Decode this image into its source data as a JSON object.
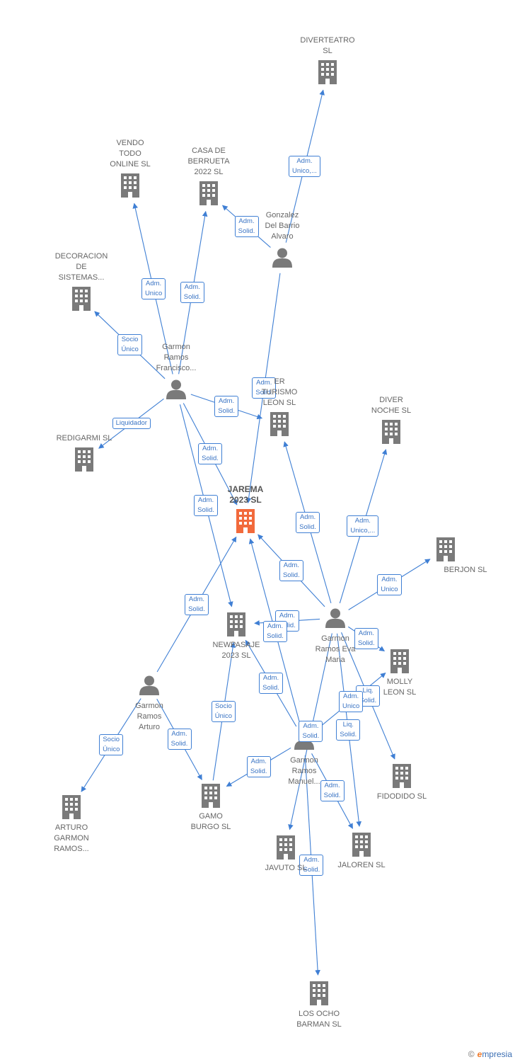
{
  "colors": {
    "edge": "#3f7fd4",
    "node": "#7a7a7a",
    "focus": "#f26a3c",
    "text": "#666666"
  },
  "nodes": [
    {
      "id": "diverteatro",
      "type": "company",
      "label": "DIVERTEATRO\nSL",
      "icon": "building-icon"
    },
    {
      "id": "vendo",
      "type": "company",
      "label": "VENDO\nTODO\nONLINE SL",
      "icon": "building-icon"
    },
    {
      "id": "casaberrueta",
      "type": "company",
      "label": "CASA DE\nBERRUETA\n2022  SL",
      "icon": "building-icon"
    },
    {
      "id": "gonzalez",
      "type": "person",
      "label": "Gonzalez\nDel Barrio\nAlvaro",
      "icon": "person-icon"
    },
    {
      "id": "decoracion",
      "type": "company",
      "label": "DECORACION\nDE\nSISTEMAS...",
      "icon": "building-icon"
    },
    {
      "id": "francisco",
      "type": "person",
      "label": "Garmon\nRamos\nFrancisco...",
      "icon": "person-icon"
    },
    {
      "id": "redigarmi",
      "type": "company",
      "label": "REDIGARMI SL",
      "icon": "building-icon"
    },
    {
      "id": "diverturismo",
      "type": "company",
      "label": "ER\nTURISMO\nLEON  SL",
      "icon": "building-icon"
    },
    {
      "id": "divernoche",
      "type": "company",
      "label": "DIVER\nNOCHE  SL",
      "icon": "building-icon"
    },
    {
      "id": "jarema",
      "type": "focus",
      "label": "JAREMA\n2023  SL",
      "icon": "building-icon"
    },
    {
      "id": "berjon",
      "type": "company",
      "label": "BERJON SL",
      "icon": "building-icon"
    },
    {
      "id": "eva",
      "type": "person",
      "label": "Garmon\nRamos Eva\nMaria",
      "icon": "person-icon"
    },
    {
      "id": "newpasaje",
      "type": "company",
      "label": "NEWPASAJE\n2023  SL",
      "icon": "building-icon"
    },
    {
      "id": "mollyleon",
      "type": "company",
      "label": "MOLLY\nLEON  SL",
      "icon": "building-icon"
    },
    {
      "id": "arturo",
      "type": "person",
      "label": "Garmon\nRamos\nArturo",
      "icon": "person-icon"
    },
    {
      "id": "fidodido",
      "type": "company",
      "label": "FIDODIDO SL",
      "icon": "building-icon"
    },
    {
      "id": "manuel",
      "type": "person",
      "label": "Garmon\nRamos\nManuel...",
      "icon": "person-icon"
    },
    {
      "id": "arturogarmon",
      "type": "company",
      "label": "ARTURO\nGARMON\nRAMOS...",
      "icon": "building-icon"
    },
    {
      "id": "gamoburgo",
      "type": "company",
      "label": "GAMO\nBURGO  SL",
      "icon": "building-icon"
    },
    {
      "id": "javuto",
      "type": "company",
      "label": "JAVUTO SL",
      "icon": "building-icon"
    },
    {
      "id": "jaloren",
      "type": "company",
      "label": "JALOREN SL",
      "icon": "building-icon"
    },
    {
      "id": "losocho",
      "type": "company",
      "label": "LOS OCHO\nBARMAN SL",
      "icon": "building-icon"
    }
  ],
  "edges": [
    {
      "from": "gonzalez",
      "to": "diverteatro",
      "label": "Adm.\nUnico,..."
    },
    {
      "from": "gonzalez",
      "to": "casaberrueta",
      "label": "Adm.\nSolid."
    },
    {
      "from": "gonzalez",
      "to": "jarema",
      "label": "Adm.\nSolid."
    },
    {
      "from": "francisco",
      "to": "vendo",
      "label": "Adm.\nUnico"
    },
    {
      "from": "francisco",
      "to": "casaberrueta",
      "label": "Adm.\nSolid."
    },
    {
      "from": "francisco",
      "to": "decoracion",
      "label": "Socio\nÚnico"
    },
    {
      "from": "francisco",
      "to": "redigarmi",
      "label": "Liquidador"
    },
    {
      "from": "francisco",
      "to": "diverturismo",
      "label": "Adm.\nSolid."
    },
    {
      "from": "francisco",
      "to": "jarema",
      "label": "Adm.\nSolid."
    },
    {
      "from": "francisco",
      "to": "newpasaje",
      "label": "Adm.\nSolid."
    },
    {
      "from": "eva",
      "to": "diverturismo",
      "label": "Adm.\nSolid."
    },
    {
      "from": "eva",
      "to": "divernoche",
      "label": "Adm.\nUnico,..."
    },
    {
      "from": "eva",
      "to": "berjon",
      "label": "Adm.\nUnico"
    },
    {
      "from": "eva",
      "to": "jarema",
      "label": "Adm.\nSolid."
    },
    {
      "from": "eva",
      "to": "newpasaje",
      "label": "Adm.\nSolid."
    },
    {
      "from": "eva",
      "to": "mollyleon",
      "label": "Adm.\nSolid."
    },
    {
      "from": "eva",
      "to": "fidodido",
      "label": "Liq.\nSolid."
    },
    {
      "from": "eva",
      "to": "jaloren",
      "label": "Liq.\nSolid."
    },
    {
      "from": "eva",
      "to": "javuto",
      "label": "Adm.\nSolid."
    },
    {
      "from": "arturo",
      "to": "jarema",
      "label": "Adm.\nSolid."
    },
    {
      "from": "arturo",
      "to": "arturogarmon",
      "label": "Socio\nÚnico"
    },
    {
      "from": "arturo",
      "to": "gamoburgo",
      "label": "Adm.\nSolid."
    },
    {
      "from": "gamoburgo",
      "to": "newpasaje",
      "label": "Socio\nÚnico"
    },
    {
      "from": "manuel",
      "to": "jarema",
      "label": "Adm.\nSolid."
    },
    {
      "from": "manuel",
      "to": "newpasaje",
      "label": "Adm.\nSolid."
    },
    {
      "from": "manuel",
      "to": "gamoburgo",
      "label": "Adm.\nSolid."
    },
    {
      "from": "manuel",
      "to": "mollyleon",
      "label": "Adm.\nUnico"
    },
    {
      "from": "manuel",
      "to": "jaloren",
      "label": "Adm.\nSolid."
    },
    {
      "from": "manuel",
      "to": "losocho",
      "label": "Adm.\nSolid."
    }
  ],
  "footer": {
    "copyright": "©",
    "brand_e": "e",
    "brand_rest": "mpresia"
  }
}
